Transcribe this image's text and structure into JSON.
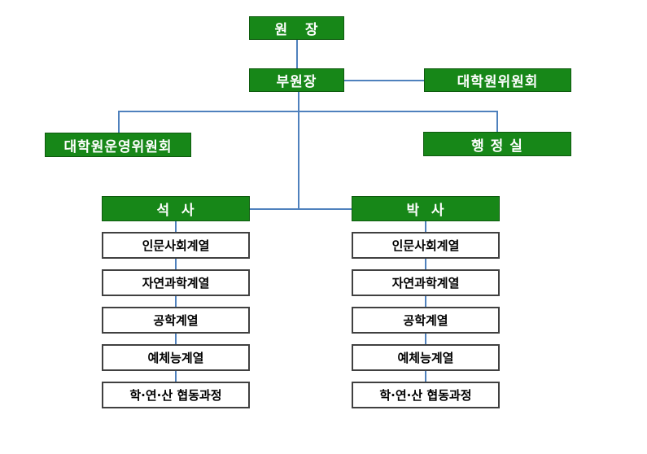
{
  "diagram": {
    "type": "org-chart",
    "nodes": {
      "director": "원   장",
      "vice_director": "부원장",
      "graduate_committee": "대학원위원회",
      "graduate_steering_committee": "대학원운영위원회",
      "admin_office": "행 정 실",
      "masters": "석  사",
      "doctoral": "박  사"
    },
    "masters_programs": [
      "인문사회계열",
      "자연과학계열",
      "공학계열",
      "예체능계열",
      "학·연·산 협동과정"
    ],
    "doctoral_programs": [
      "인문사회계열",
      "자연과학계열",
      "공학계열",
      "예체능계열",
      "학·연·산 협동과정"
    ],
    "colors": {
      "node_fill": "#178718",
      "node_border": "#0e5a0e",
      "node_text": "#ffffff",
      "connector": "#4f81bd",
      "program_box_border": "#404040",
      "program_box_text": "#000000"
    }
  }
}
